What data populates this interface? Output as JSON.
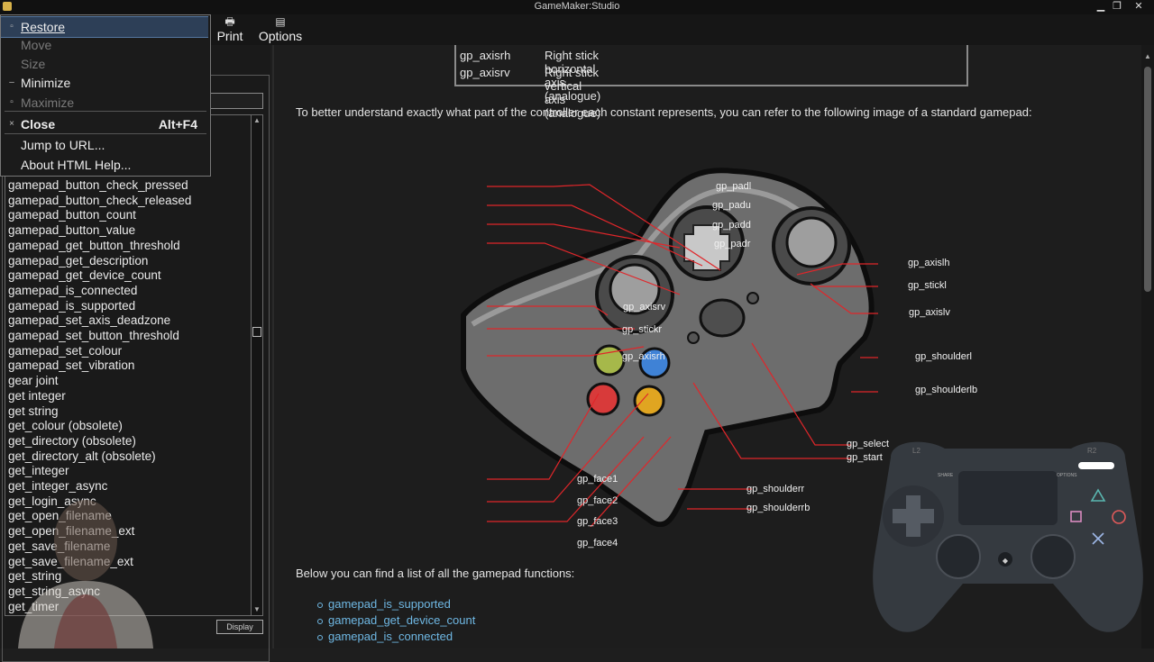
{
  "window": {
    "title": "GameMaker:Studio",
    "minimize": "▁",
    "restore": "❐",
    "close": "✕"
  },
  "toolbar": {
    "print_label": "Print",
    "options_label": "Options",
    "print_icon": "printer-icon",
    "options_icon": "options-icon"
  },
  "system_menu": {
    "items": [
      {
        "label": "Restore",
        "icon": "▫",
        "enabled": true,
        "highlighted": true
      },
      {
        "label": "Move",
        "icon": "",
        "enabled": false
      },
      {
        "label": "Size",
        "icon": "",
        "enabled": false
      },
      {
        "label": "Minimize",
        "icon": "–",
        "enabled": true
      },
      {
        "label": "Maximize",
        "icon": "▫",
        "enabled": false
      },
      {
        "label": "Close",
        "icon": "×",
        "enabled": true,
        "accelerator": "Alt+F4",
        "bold": true
      },
      {
        "label": "Jump to URL...",
        "icon": "",
        "enabled": true
      },
      {
        "label": "About HTML Help...",
        "icon": "",
        "enabled": true
      }
    ]
  },
  "nav": {
    "items": [
      "gamepad_button_check_pressed",
      "gamepad_button_check_released",
      "gamepad_button_count",
      "gamepad_button_value",
      "gamepad_get_button_threshold",
      "gamepad_get_description",
      "gamepad_get_device_count",
      "gamepad_is_connected",
      "gamepad_is_supported",
      "gamepad_set_axis_deadzone",
      "gamepad_set_button_threshold",
      "gamepad_set_colour",
      "gamepad_set_vibration",
      "gear joint",
      "get integer",
      "get string",
      "get_colour (obsolete)",
      "get_directory (obsolete)",
      "get_directory_alt (obsolete)",
      "get_integer",
      "get_integer_async",
      "get_login_async",
      "get_open_filename",
      "get_open_filename_ext",
      "get_save_filename",
      "get_save_filename_ext",
      "get_string",
      "get_string_async",
      "get_timer"
    ],
    "display_label": "Display"
  },
  "content": {
    "table_rows": [
      {
        "name": "gp_axisrh",
        "desc": "Right stick horizontal axis (analogue)"
      },
      {
        "name": "gp_axisrv",
        "desc": "Right stick vertical axis (analogue)"
      }
    ],
    "intro": "To better understand exactly what part of the controller each constant represents, you can refer to the following image of a standard gamepad:",
    "functions_intro": "Below you can find a list of all the gamepad functions:",
    "functions": [
      "gamepad_is_supported",
      "gamepad_get_device_count",
      "gamepad_is_connected"
    ]
  },
  "diagram": {
    "labels_left": [
      "gp_padl",
      "gp_padu",
      "gp_padd",
      "gp_padr",
      "gp_axisrv",
      "gp_stickr",
      "gp_axisrh",
      "gp_face1",
      "gp_face2",
      "gp_face3",
      "gp_face4"
    ],
    "labels_right": [
      "gp_axislh",
      "gp_stickl",
      "gp_axislv",
      "gp_shoulderl",
      "gp_shoulderlb",
      "gp_select",
      "gp_start",
      "gp_shoulderr",
      "gp_shoulderrb"
    ],
    "colors": {
      "face_green": "#a6b84a",
      "face_blue": "#3f82d6",
      "face_red": "#d83a3a",
      "face_yellow": "#e0a521",
      "leader": "#e0262a",
      "body": "#6d6d6d"
    }
  },
  "ps4_overlay": {
    "l2": "L2",
    "r2": "R2",
    "share": "SHARE",
    "options": "OPTIONS"
  }
}
